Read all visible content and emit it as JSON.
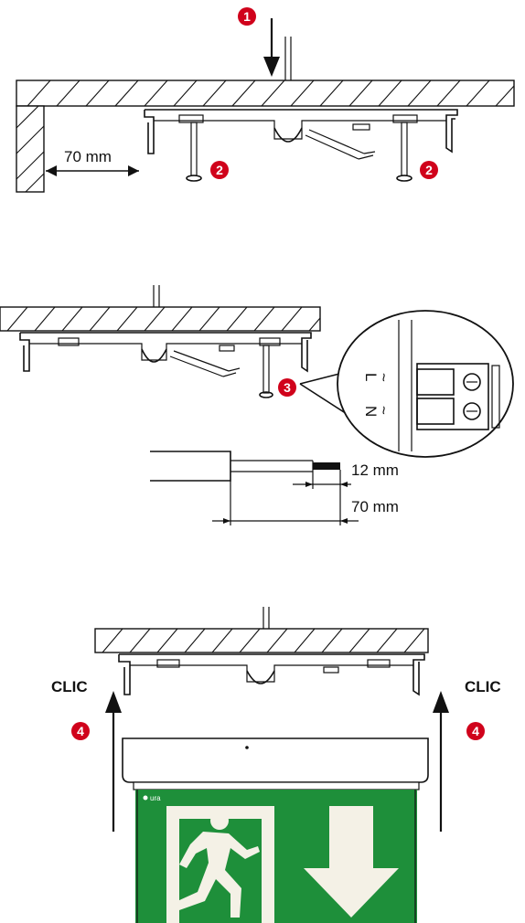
{
  "steps": {
    "step1": {
      "badge": "1"
    },
    "step2": {
      "badge": "2"
    },
    "step3": {
      "badge": "3"
    },
    "step4": {
      "badge": "4",
      "clic_label": "CLIC"
    }
  },
  "dimensions": {
    "wall_clearance": "70 mm",
    "wire_strip": "12 mm",
    "sheath_strip": "70 mm"
  },
  "terminal": {
    "marks": [
      "L",
      "~",
      "N",
      "~"
    ]
  },
  "sign": {
    "brand": "ura",
    "panel_color": "#1e8f3a",
    "pictogram_color": "#f4f1e6"
  },
  "colors": {
    "badge": "#d0021b",
    "line": "#111111"
  }
}
